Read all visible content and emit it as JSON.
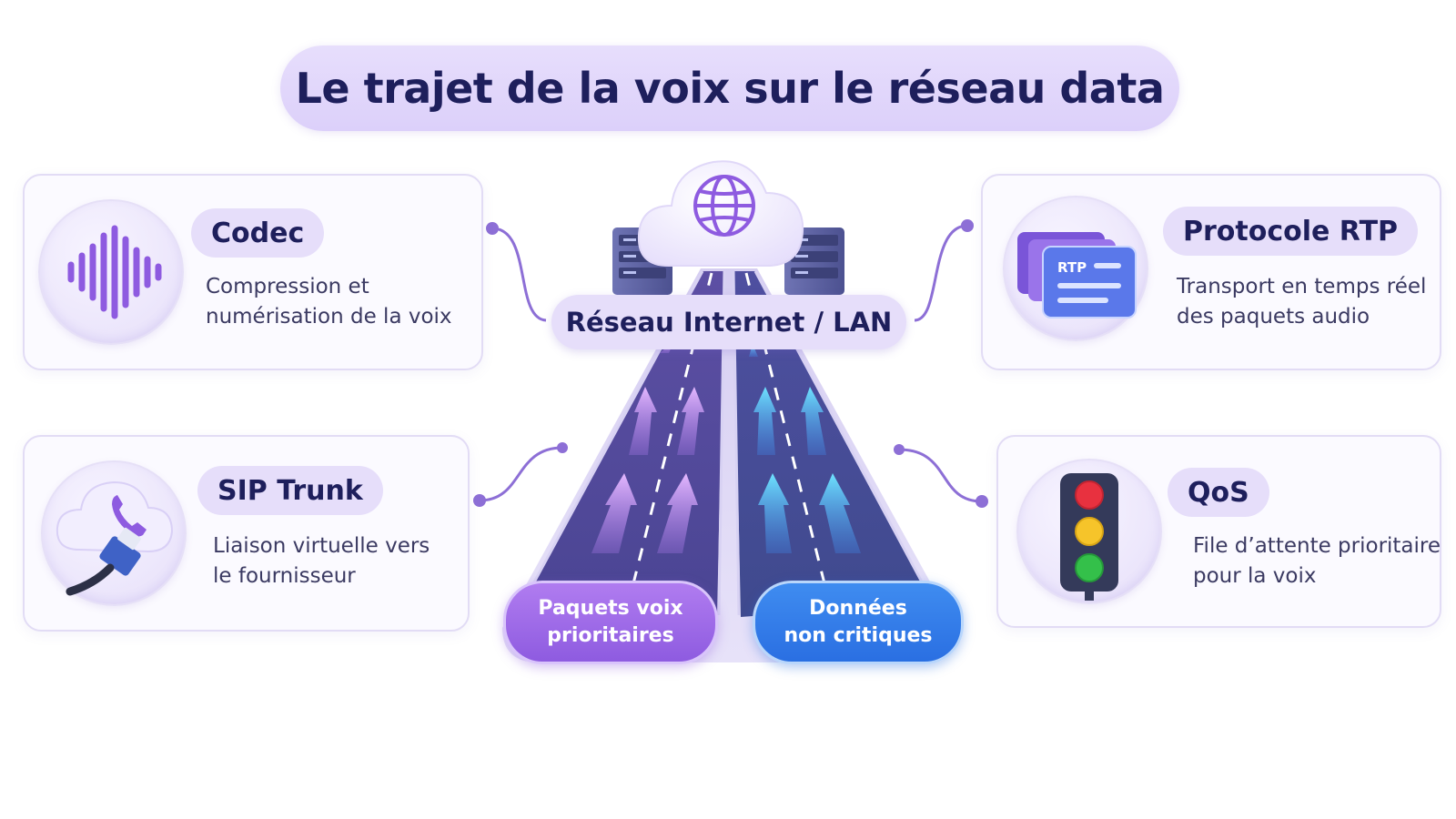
{
  "title": "Le trajet de la voix sur le réseau data",
  "center": {
    "network_label": "Réseau Internet / LAN",
    "lane_voice": [
      "Paquets voix",
      "prioritaires"
    ],
    "lane_data": [
      "Données",
      "non critiques"
    ],
    "cloud_icon": "globe-icon",
    "server_icon": "server-rack-icon"
  },
  "cards": {
    "codec": {
      "label": "Codec",
      "desc": [
        "Compression et",
        "numérisation de la voix"
      ],
      "icon": "sound-wave-icon"
    },
    "rtp": {
      "label": "Protocole RTP",
      "desc": [
        "Transport en temps réel",
        "des paquets audio"
      ],
      "icon": "rtp-packets-icon",
      "icon_text": "RTP"
    },
    "sip": {
      "label": "SIP Trunk",
      "desc": [
        "Liaison virtuelle vers",
        "le fournisseur"
      ],
      "icon": "cloud-phone-cable-icon"
    },
    "qos": {
      "label": "QoS",
      "desc": [
        "File d’attente prioritaire",
        "pour la voix"
      ],
      "icon": "traffic-light-icon"
    }
  },
  "colors": {
    "title_bg": "#e0d6fb",
    "text_dark": "#1e1f5c",
    "accent_purple": "#8e5be0",
    "accent_blue": "#2a6fe2",
    "connector": "#8d6fd6"
  }
}
